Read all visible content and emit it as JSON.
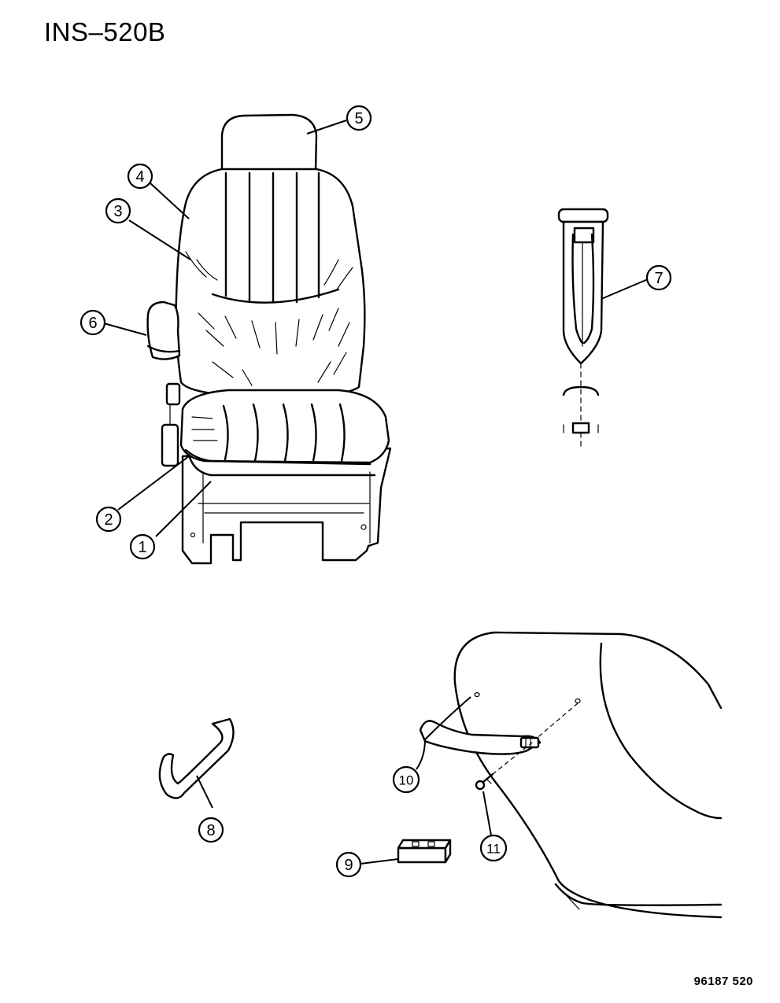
{
  "header": {
    "title": "INS–520B"
  },
  "footer": {
    "code": "96187  520"
  },
  "callouts": [
    "1",
    "2",
    "3",
    "4",
    "5",
    "6",
    "7",
    "8",
    "9",
    "10",
    "11"
  ]
}
